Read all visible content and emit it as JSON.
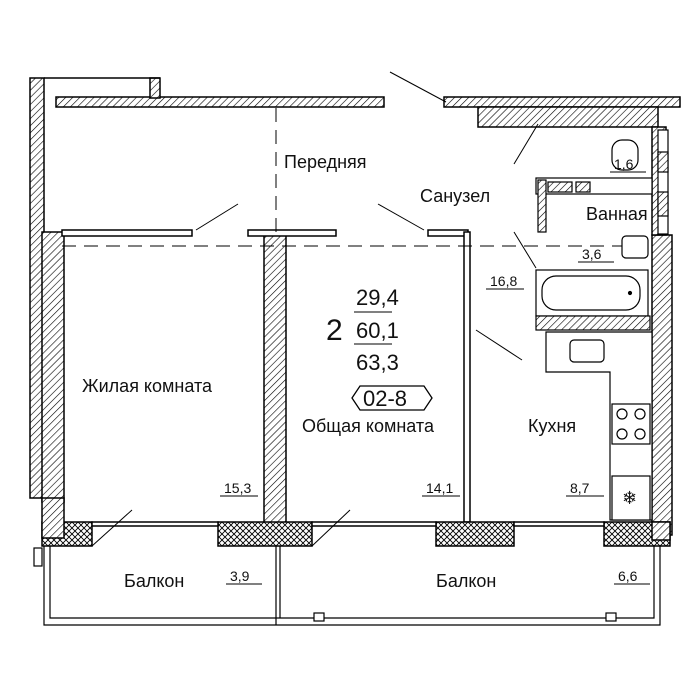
{
  "plan": {
    "rooms_count": "2",
    "area_living": "29,4",
    "area_total": "60,1",
    "area_with_balconies": "63,3",
    "apartment_code": "02-8"
  },
  "rooms": {
    "hallway": "Передняя",
    "bathroom_wc": "Санузел",
    "bathroom": "Ванная",
    "living_room": "Жилая комната",
    "common_room": "Общая комната",
    "kitchen": "Кухня",
    "balcony_left": "Балкон",
    "balcony_right": "Балкон"
  },
  "areas": {
    "wc": "1,6",
    "bath": "3,6",
    "hall": "16,8",
    "living": "15,3",
    "common": "14,1",
    "kitchen": "8,7",
    "balcony_left": "3,9",
    "balcony_right": "6,6"
  },
  "icons": [
    "snowflake-icon",
    "toilet-icon",
    "bathtub-icon",
    "sink-icon",
    "stove-icon",
    "fridge-icon"
  ]
}
